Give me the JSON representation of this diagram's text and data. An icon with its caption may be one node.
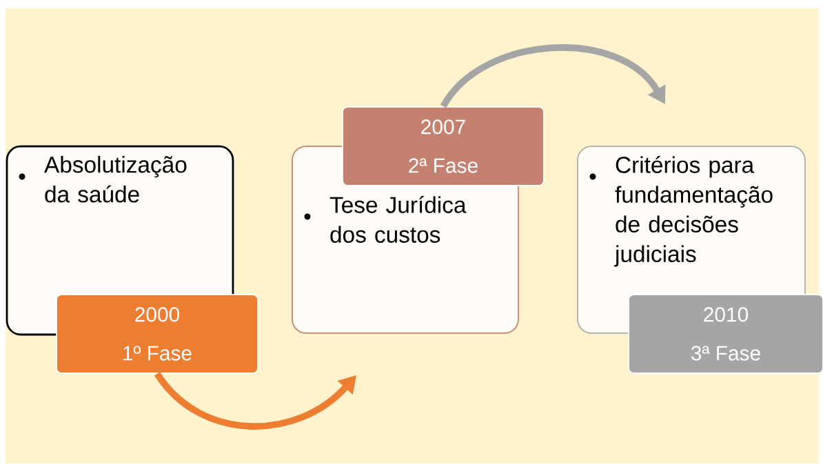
{
  "diagram": {
    "nodes": [
      {
        "text": [
          "Absolutização da saúde"
        ]
      },
      {
        "text": [
          "2000",
          "1º Fase"
        ]
      },
      {
        "text": [
          "Tese Jurídica dos custos"
        ]
      },
      {
        "text": [
          "2007",
          "2ª Fase"
        ]
      },
      {
        "text": [
          "Critérios para fundamentação de decisões judiciais"
        ]
      },
      {
        "text": [
          "2010",
          "3ª Fase"
        ]
      }
    ],
    "edges": [
      {
        "from": 1,
        "to": 2,
        "arrow": "to",
        "color": "#ed7d31"
      },
      {
        "from": 3,
        "to": 4,
        "arrow": "to",
        "color": "#a5a5a5"
      }
    ]
  }
}
